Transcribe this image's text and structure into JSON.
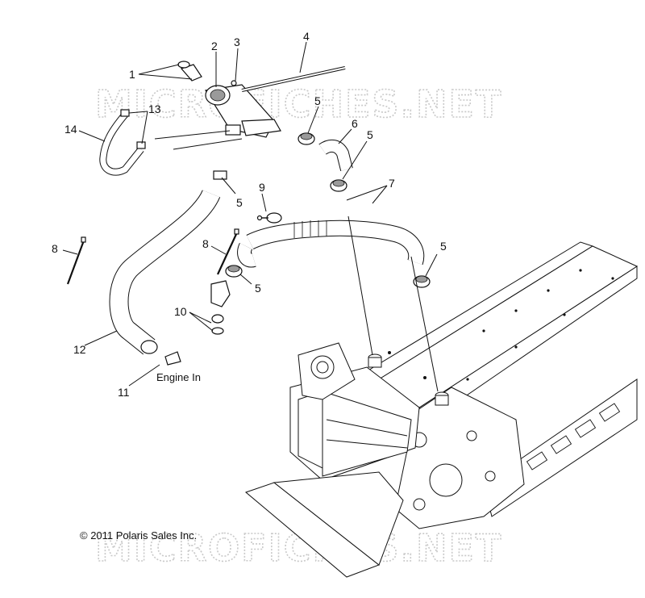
{
  "callouts": [
    "1",
    "2",
    "3",
    "4",
    "5",
    "5",
    "5",
    "5",
    "5",
    "6",
    "7",
    "8",
    "8",
    "9",
    "10",
    "11",
    "12",
    "13",
    "14"
  ],
  "annotations": {
    "engine_in": "Engine In",
    "copyright": "© 2011 Polaris Sales Inc."
  },
  "watermark": "MICROFICHES.NET"
}
